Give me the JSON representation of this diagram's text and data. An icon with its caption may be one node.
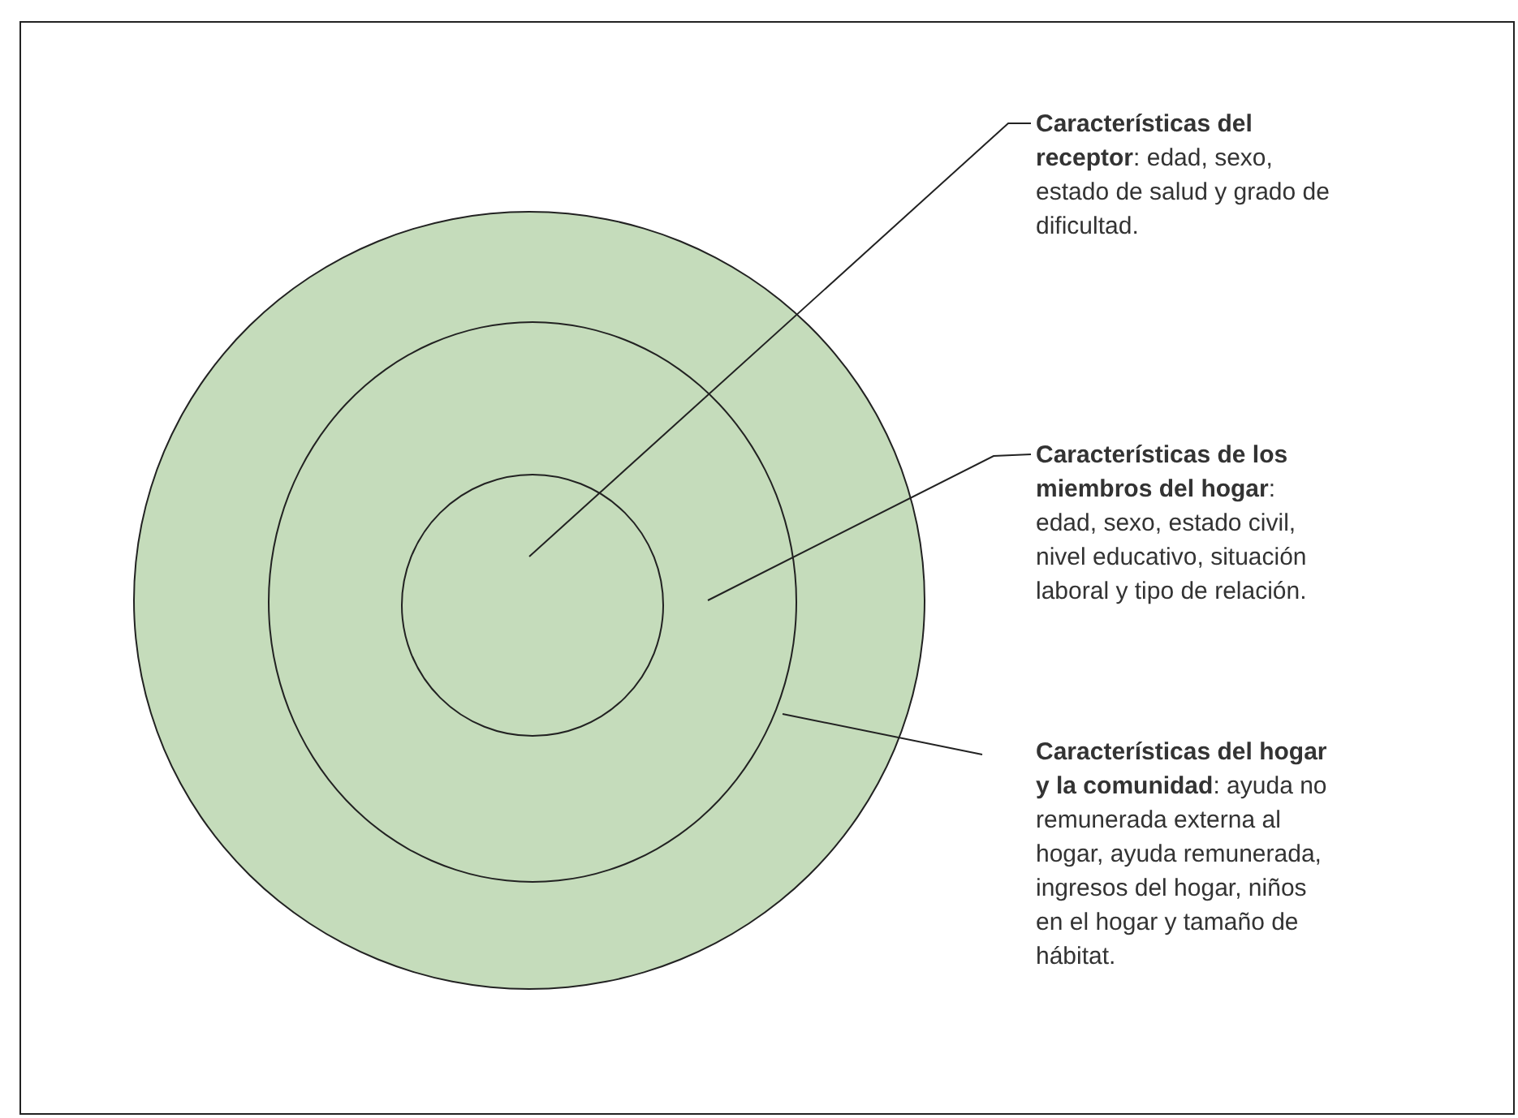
{
  "diagram": {
    "nodes": [
      {
        "text": [],
        "shape": "circle"
      },
      {
        "text": [],
        "shape": "circle",
        "in": 0
      },
      {
        "text": [],
        "shape": "circle",
        "in": 1
      },
      {
        "text": [
          "**Características del receptor**: edad, sexo, estado de salud y grado de dificultad."
        ]
      },
      {
        "text": [
          "**Características de los miembros del hogar**: edad, sexo, estado civil, nivel educativo, situación laboral y tipo de relación."
        ]
      },
      {
        "text": [
          "**Características del hogar y la comunidad**: ayuda no remunerada externa al hogar, ayuda remunerada, ingresos del hogar, niños en el hogar y tamaño de hábitat."
        ]
      }
    ],
    "edges": [
      {
        "from": 3,
        "to": 2,
        "arrow": "none"
      },
      {
        "from": 4,
        "to": 1,
        "arrow": "none"
      },
      {
        "from": 5,
        "to": 0,
        "arrow": "none"
      }
    ]
  }
}
